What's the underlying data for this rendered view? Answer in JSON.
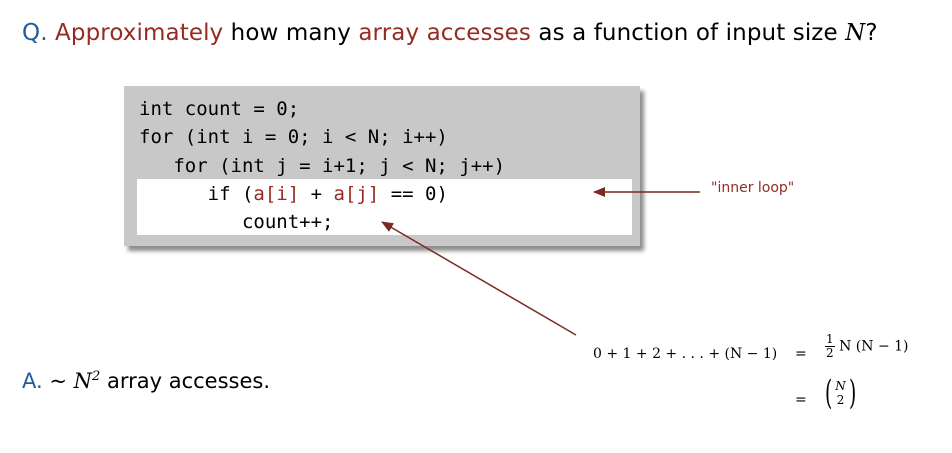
{
  "question": {
    "prefix": "Q.",
    "word1": "Approximately",
    "text1": " how many ",
    "word2": "array accesses",
    "text2": " as a function of input size ",
    "var": "N",
    "end": "?"
  },
  "code": {
    "line1": "int count = 0;",
    "line2": "for (int i = 0; i < N; i++)",
    "line3": "   for (int j = i+1; j < N; j++)",
    "line4_pre": "      if (",
    "line4_a1": "a[i]",
    "line4_mid": " + ",
    "line4_a2": "a[j]",
    "line4_post": " == 0)",
    "line5": "         count++;"
  },
  "annotation": "\"inner loop\"",
  "answer": {
    "prefix": "A.",
    "tilde": " ~ ",
    "var": "N",
    "exp": "2",
    "text": " array accesses."
  },
  "formula": {
    "lhs": "0 + 1 + 2 + . . . + (N − 1)",
    "eq1": "=",
    "frac_num": "1",
    "frac_den": "2",
    "rhs1": "N (N − 1)",
    "eq2": "=",
    "binom_top": "N",
    "binom_bottom": "2"
  },
  "colors": {
    "accent_blue": "#1f5c99",
    "accent_red": "#952b23",
    "code_bg": "#c8c8c8"
  }
}
